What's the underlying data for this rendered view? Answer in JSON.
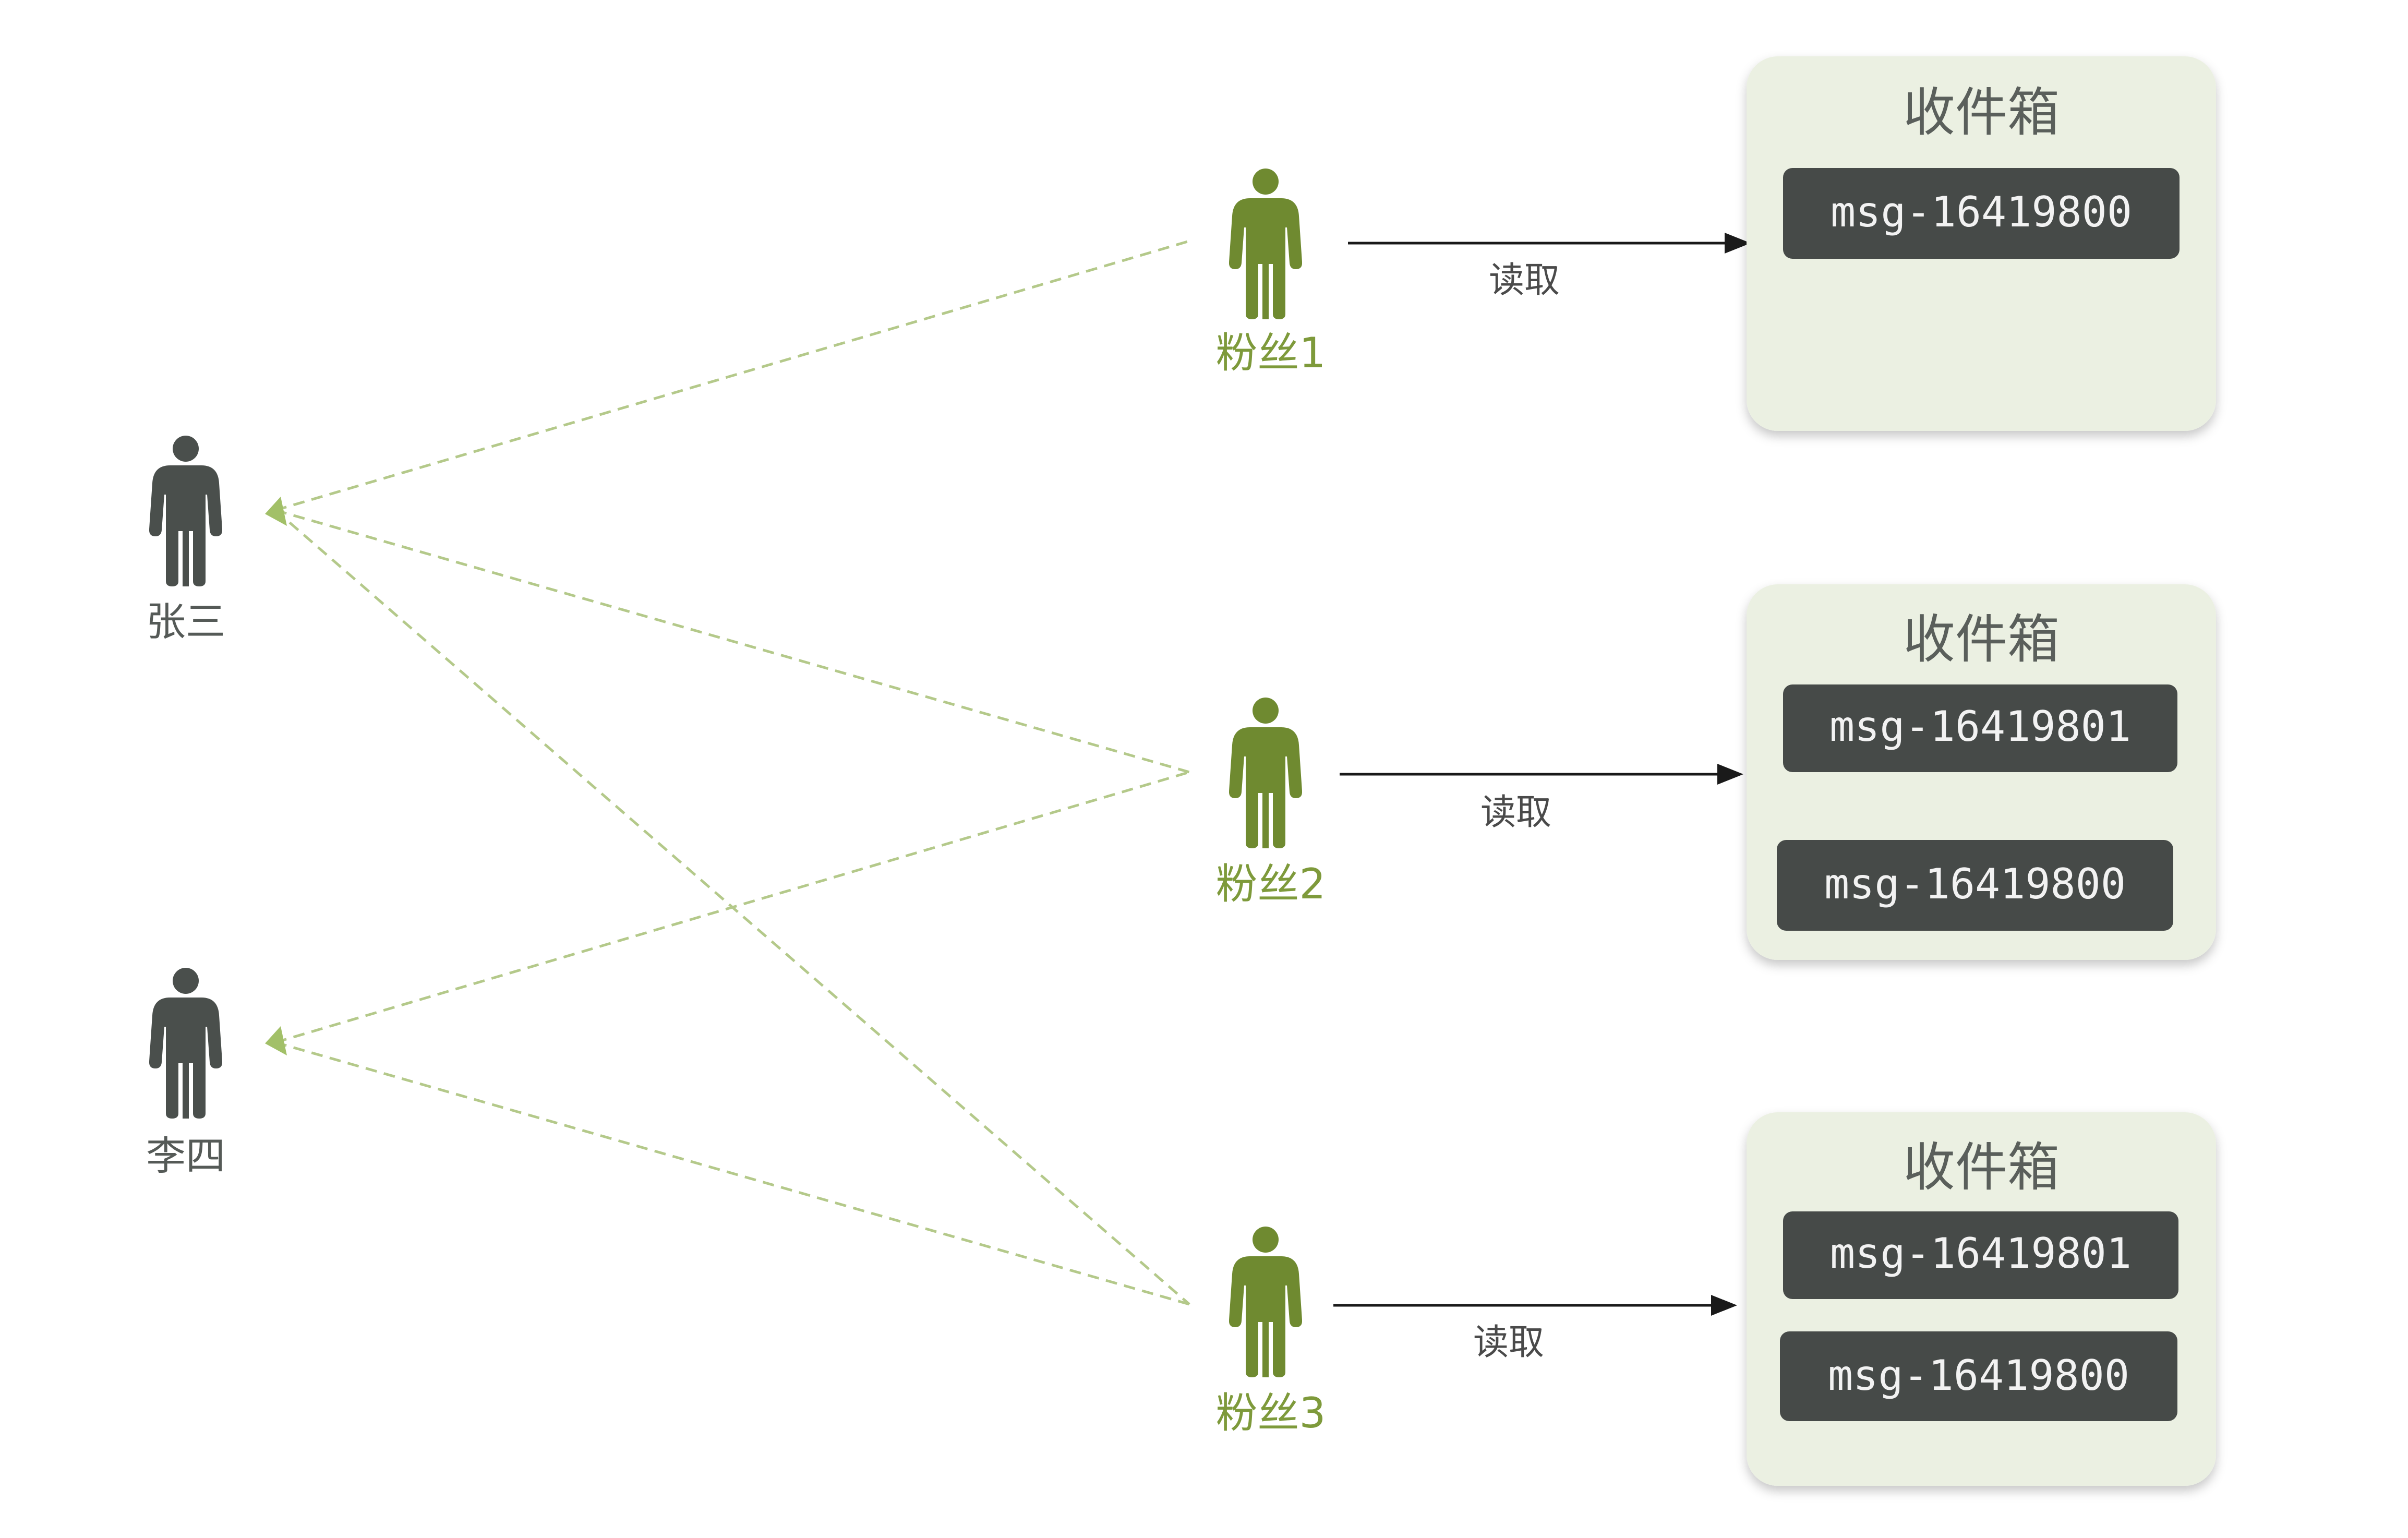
{
  "publishers": [
    {
      "name": "张三"
    },
    {
      "name": "李四"
    }
  ],
  "fans": [
    {
      "name": "粉丝1",
      "action": "读取"
    },
    {
      "name": "粉丝2",
      "action": "读取"
    },
    {
      "name": "粉丝3",
      "action": "读取"
    }
  ],
  "inboxes": [
    {
      "title": "收件箱",
      "messages": [
        "msg-16419800"
      ]
    },
    {
      "title": "收件箱",
      "messages": [
        "msg-16419801",
        "msg-16419800"
      ]
    },
    {
      "title": "收件箱",
      "messages": [
        "msg-16419801",
        "msg-16419800"
      ]
    }
  ],
  "colors": {
    "publisher_icon": "#4a4f4c",
    "fan_icon": "#6f8a30",
    "fan_label": "#7e9a3b",
    "dashed_line": "#b4c98a",
    "arrow_head": "#a2c068",
    "inbox_bg": "#ebf0e2",
    "msg_bg": "#464a48"
  }
}
